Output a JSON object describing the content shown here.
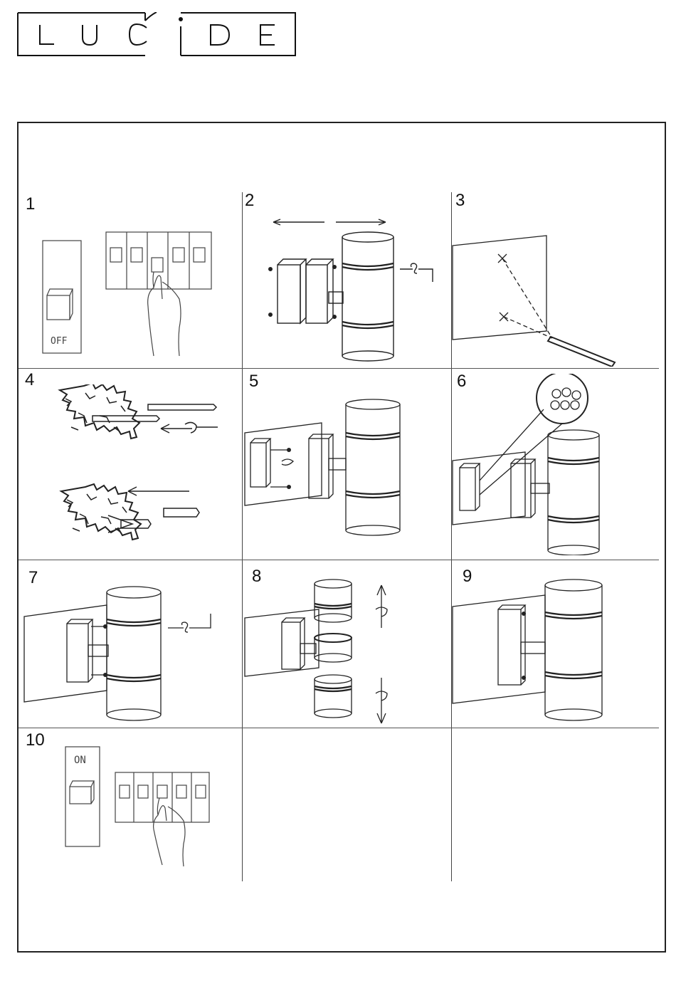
{
  "logo": {
    "letters": [
      "L",
      "U",
      "C",
      "I",
      "D",
      "E"
    ]
  },
  "steps": [
    {
      "num": "1",
      "label": "OFF"
    },
    {
      "num": "2"
    },
    {
      "num": "3"
    },
    {
      "num": "4"
    },
    {
      "num": "5"
    },
    {
      "num": "6"
    },
    {
      "num": "7"
    },
    {
      "num": "8"
    },
    {
      "num": "9"
    },
    {
      "num": "10",
      "label": "ON"
    }
  ]
}
